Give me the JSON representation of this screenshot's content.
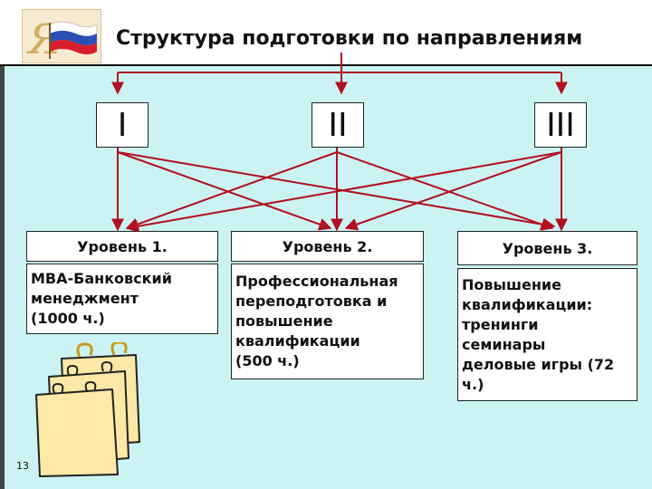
{
  "slide": {
    "title": "Структура подготовки по направлениям",
    "number": "13"
  },
  "directions": [
    "I",
    "II",
    "III"
  ],
  "levels": [
    {
      "label": "Уровень 1.",
      "description": [
        "МВА-Банковский",
        "менеджмент",
        "(1000 ч.)"
      ]
    },
    {
      "label": "Уровень 2.",
      "description": [
        "Профессиональная",
        "переподготовка и",
        "повышение",
        "квалификации",
        "(500 ч.)"
      ]
    },
    {
      "label": "Уровень 3.",
      "description": [
        "Повышение",
        "квалификации:",
        "тренинги",
        "семинары",
        "деловые игры  (72",
        "ч.)"
      ]
    }
  ],
  "colors": {
    "background": "#ccf3f3",
    "arrow": "#b01020",
    "box_border": "#222222"
  },
  "icons": {
    "logo": "russian-flag-emblem-icon",
    "notepad": "notepad-clipart-icon"
  }
}
